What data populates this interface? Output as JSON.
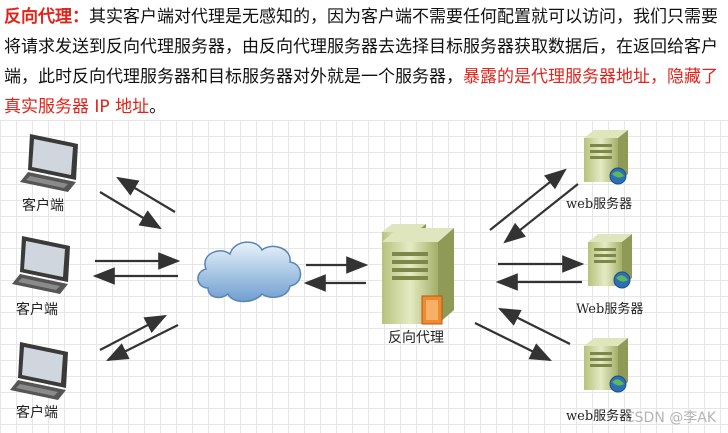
{
  "paragraph": {
    "title": "反向代理：",
    "body1": "其实客户端对代理是无感知的，因为客户端不需要任何配置就可以访问，我们只需要将请求发送到反向代理服务器，由反向代理服务器去选择目标服务器获取数据后，在返回给客户端，此时反向代理服务器和目标服务器对外就是一个服务器，",
    "highlight": "暴露的是代理服务器地址，隐藏了真实服务器 IP 地址",
    "end": "。"
  },
  "diagram": {
    "clients": [
      "客户端",
      "客户端",
      "客户端"
    ],
    "proxy_label": "反向代理",
    "servers": [
      "web服务器",
      "Web服务器",
      "web服务器"
    ]
  },
  "watermark": "CSDN @李AK",
  "colors": {
    "highlight": "#e0241b",
    "arrow": "#333333",
    "server": "#c9d49a",
    "proxy_door": "#f08a30"
  }
}
